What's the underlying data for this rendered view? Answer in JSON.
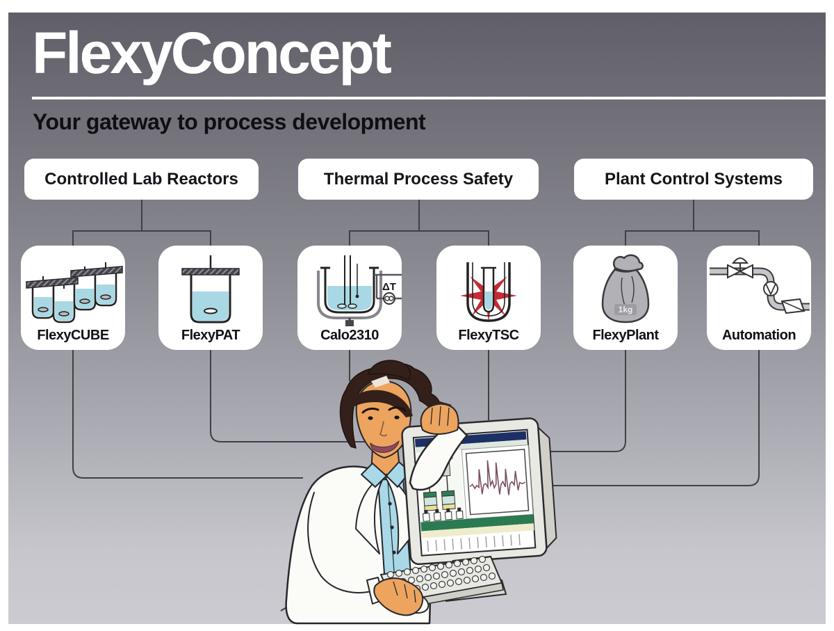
{
  "page": {
    "title": "FlexyConcept",
    "subtitle": "Your gateway to process development"
  },
  "groups": [
    {
      "label": "Controlled Lab Reactors",
      "products": [
        {
          "label": "FlexyCUBE"
        },
        {
          "label": "FlexyPAT"
        }
      ]
    },
    {
      "label": "Thermal Process Safety",
      "products": [
        {
          "label": "Calo2310",
          "annotation": "ΔT"
        },
        {
          "label": "FlexyTSC"
        }
      ]
    },
    {
      "label": "Plant Control Systems",
      "products": [
        {
          "label": "FlexyPlant",
          "annotation": "1kg"
        },
        {
          "label": "Automation"
        }
      ]
    }
  ],
  "illustration": {
    "description": "Scientist in a white lab coat presenting a desktop computer running process software"
  },
  "colors": {
    "background_top": "#605f69",
    "background_bottom": "#cccbd1",
    "box_fill": "#ffffff",
    "connector": "#3f3f46",
    "liquid_blue": "#a8d8e4",
    "alert_red": "#c52a35",
    "screen_titlebar_navy": "#1d3064",
    "screen_green_bar": "#2c7a52",
    "lab_coat": "#fbfbf8",
    "shirt_blue": "#a9d8e6",
    "skin": "#eca45f",
    "hair": "#34201a"
  }
}
